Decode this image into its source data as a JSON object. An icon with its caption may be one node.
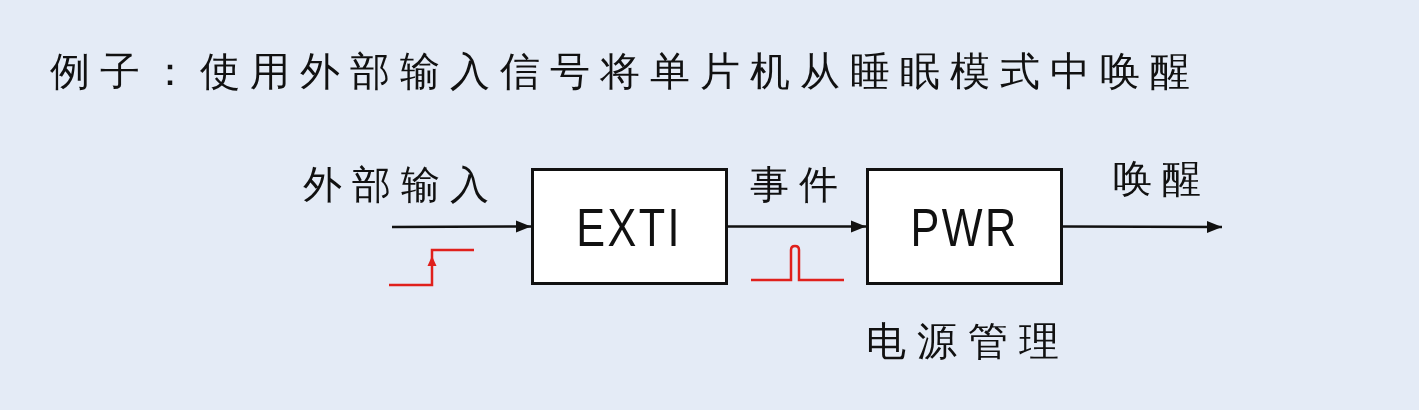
{
  "diagram": {
    "title": "例子：使用外部输入信号将单片机从睡眠模式中唤醒",
    "nodes": [
      {
        "text": [
          "EXTI"
        ]
      },
      {
        "text": [
          "PWR"
        ],
        "beside": [
          "电源管理"
        ]
      }
    ],
    "edges": [
      {
        "from": null,
        "to": 0,
        "arrow": "to",
        "label": "外部输入"
      },
      {
        "from": 0,
        "to": 1,
        "arrow": "to",
        "label": "事件"
      },
      {
        "from": 1,
        "to": null,
        "arrow": "to",
        "label": "唤醒"
      }
    ]
  }
}
